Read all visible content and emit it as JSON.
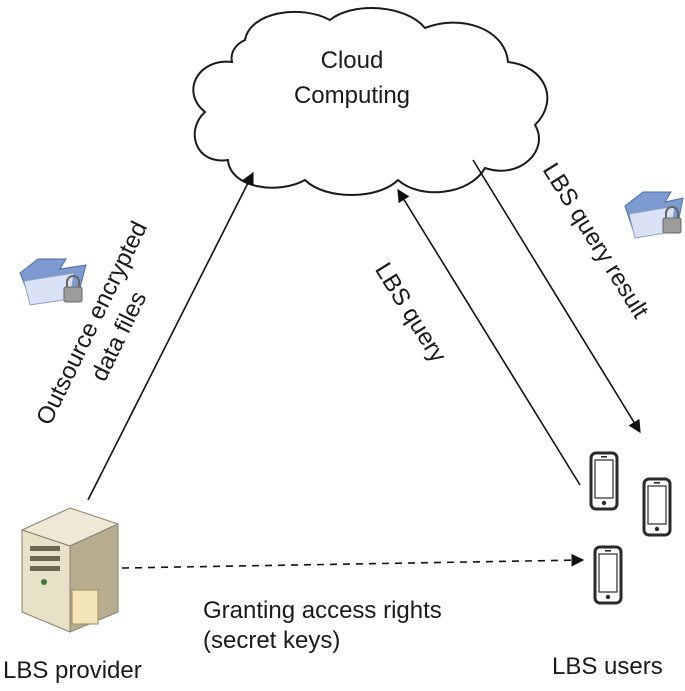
{
  "cloud": {
    "line1": "Cloud",
    "line2": "Computing"
  },
  "arrows": {
    "outsource_line1": "Outsource encrypted",
    "outsource_line2": "data files",
    "query": "LBS query",
    "query_result": "LBS query result",
    "grant_line1": "Granting access rights",
    "grant_line2": "(secret keys)"
  },
  "nodes": {
    "provider": "LBS provider",
    "users": "LBS users"
  },
  "icons": [
    "cloud-icon",
    "server-icon",
    "encrypted-folder-icon",
    "smartphone-icon"
  ],
  "colors": {
    "line": "#1a1a1a",
    "folder": "#6f8fc8",
    "lock": "#8a8a8a"
  }
}
